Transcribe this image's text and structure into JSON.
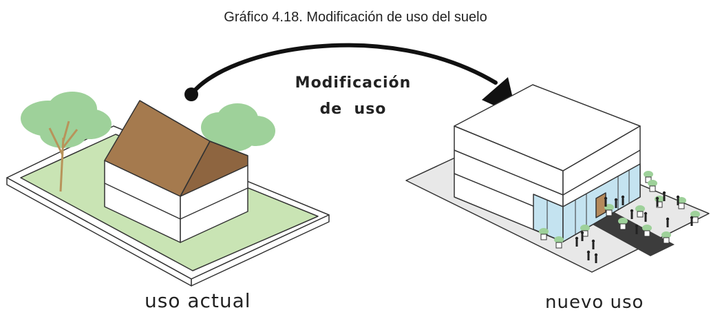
{
  "title": "Gráfico 4.18. Modificación de uso del suelo",
  "arrow_label": {
    "line1": "Modificación",
    "line2": "de  uso"
  },
  "labels": {
    "left": "uso actual",
    "right": "nuevo uso"
  },
  "colors": {
    "grass": "#c9e4b4",
    "roof": "#a57a4e",
    "tree": "#9ed19a",
    "trunk": "#b8935a",
    "plaza": "#e8e8e8",
    "glass": "#c4e3f0",
    "door": "#b48a5c",
    "stroke": "#333333"
  }
}
